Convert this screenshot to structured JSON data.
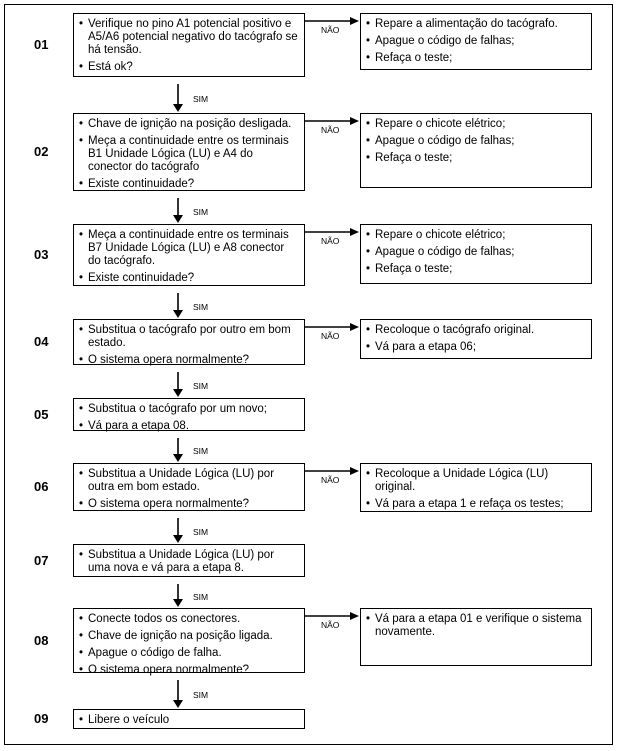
{
  "steps": [
    {
      "number": "01",
      "left": [
        "Verifique no pino A1 potencial positivo e A5/A6 potencial negativo do tacógrafo se há tensão.",
        "Está ok?"
      ],
      "right": [
        "Repare a alimentação do tacógrafo.",
        "Apague o código de falhas;",
        "Refaça o teste;"
      ],
      "no_label": "NÃO"
    },
    {
      "number": "02",
      "left": [
        "Chave de ignição na posição desligada.",
        "Meça a continuidade entre os terminais B1 Unidade Lógica (LU) e A4 do conector do tacógrafo",
        "Existe continuidade?"
      ],
      "right": [
        "Repare o chicote elétrico;",
        "Apague o código de falhas;",
        "Refaça o teste;"
      ],
      "no_label": "NÃO"
    },
    {
      "number": "03",
      "left": [
        "Meça a continuidade entre os terminais B7 Unidade Lógica (LU)  e A8 conector do tacógrafo.",
        "Existe continuidade?"
      ],
      "right": [
        "Repare o chicote elétrico;",
        "Apague o código de falhas;",
        "Refaça o teste;"
      ],
      "no_label": "NÃO"
    },
    {
      "number": "04",
      "left": [
        "Substitua o tacógrafo por outro em bom estado.",
        "O sistema opera normalmente?"
      ],
      "right": [
        "Recoloque o tacógrafo original.",
        "Vá para a etapa 06;"
      ],
      "no_label": "NÃO"
    },
    {
      "number": "05",
      "left": [
        "Substitua o tacógrafo por um novo;",
        "Vá para a etapa 08."
      ],
      "right": [],
      "no_label": ""
    },
    {
      "number": "06",
      "left": [
        "Substitua a Unidade Lógica (LU) por outra  em bom estado.",
        "O sistema opera normalmente?"
      ],
      "right": [
        "Recoloque a Unidade Lógica (LU) original.",
        "Vá para a etapa 1 e refaça os testes;"
      ],
      "no_label": "NÃO"
    },
    {
      "number": "07",
      "left": [
        "Substitua a Unidade Lógica (LU) por uma nova e vá para a etapa 8."
      ],
      "right": [],
      "no_label": ""
    },
    {
      "number": "08",
      "left": [
        "Conecte todos os conectores.",
        "Chave de ignição na posição ligada.",
        "Apague o código de falha.",
        "O sistema opera normalmente?"
      ],
      "right": [
        "Vá para a etapa 01 e verifique o sistema novamente."
      ],
      "no_label": "NÃO"
    },
    {
      "number": "09",
      "left": [
        "Libere o veículo"
      ],
      "right": [],
      "no_label": ""
    }
  ],
  "yes_label": "SIM"
}
